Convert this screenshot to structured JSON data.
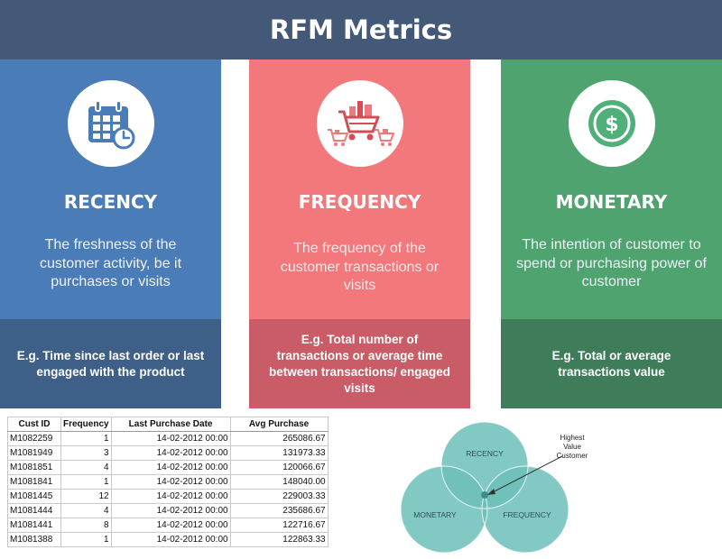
{
  "header": {
    "title": "RFM Metrics"
  },
  "columns": [
    {
      "icon": "calendar-icon",
      "title": "RECENCY",
      "description": "The freshness of the customer activity, be it purchases or visits",
      "example": "E.g. Time since last order or last engaged with the product"
    },
    {
      "icon": "shopping-cart-icon",
      "title": "FREQUENCY",
      "description": "The frequency of the customer transactions or visits",
      "example": "E.g. Total number of transactions or average time between transactions/ engaged visits"
    },
    {
      "icon": "dollar-coin-icon",
      "title": "MONETARY",
      "description": "The intention of customer to spend or purchasing power of customer",
      "example": "E.g. Total or average transactions value"
    }
  ],
  "table": {
    "headers": [
      "Cust ID",
      "Frequency",
      "Last Purchase Date",
      "Avg Purchase"
    ],
    "rows": [
      [
        "M1082259",
        "1",
        "14-02-2012 00:00",
        "265086.67"
      ],
      [
        "M1081949",
        "3",
        "14-02-2012 00:00",
        "131973.33"
      ],
      [
        "M1081851",
        "4",
        "14-02-2012 00:00",
        "120066.67"
      ],
      [
        "M1081841",
        "1",
        "14-02-2012 00:00",
        "148040.00"
      ],
      [
        "M1081445",
        "12",
        "14-02-2012 00:00",
        "229003.33"
      ],
      [
        "M1081444",
        "4",
        "14-02-2012 00:00",
        "235686.67"
      ],
      [
        "M1081441",
        "8",
        "14-02-2012 00:00",
        "122716.67"
      ],
      [
        "M1081388",
        "1",
        "14-02-2012 00:00",
        "122863.33"
      ]
    ]
  },
  "venn": {
    "labels": [
      "RECENCY",
      "MONETARY",
      "FREQUENCY"
    ],
    "callout": [
      "Highest",
      "Value",
      "Customer"
    ]
  },
  "colors": {
    "header": "#445878",
    "recency": "#4a7db7",
    "frequency": "#f3787b",
    "monetary": "#4fa36f",
    "venn_circle": "#6cc0b8"
  }
}
